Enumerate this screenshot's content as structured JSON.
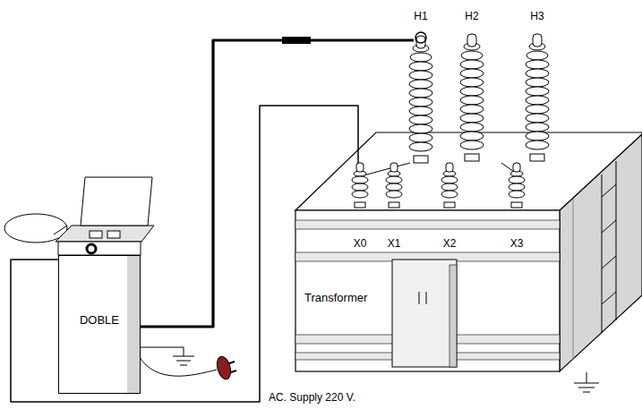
{
  "diagram": {
    "nodes": [
      {
        "text": [
          "DOBLE"
        ]
      },
      {
        "text": [
          "Transformer"
        ]
      }
    ],
    "edges": [
      {
        "from": 0,
        "to": 1,
        "arrow": "none"
      },
      {
        "from": 0,
        "to": 1,
        "arrow": "none"
      }
    ],
    "labels": [
      "H1",
      "H2",
      "H3",
      "X0",
      "X1",
      "X2",
      "X3",
      "AC. Supply 220 V."
    ]
  }
}
